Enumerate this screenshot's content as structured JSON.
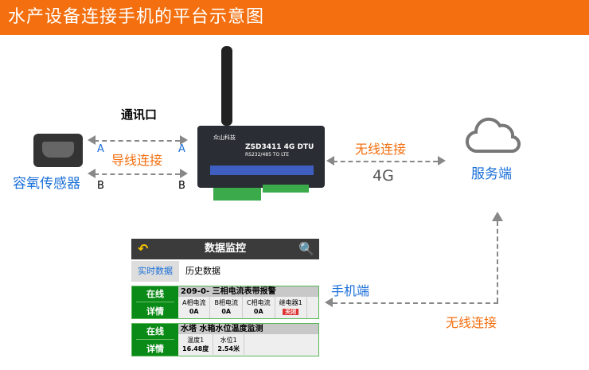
{
  "header": {
    "title": "水产设备连接手机的平台示意图"
  },
  "left": {
    "port_label": "通讯口",
    "sensor_label": "容氧传感器",
    "wire_label": "导线连接",
    "a": "A",
    "b": "B"
  },
  "device": {
    "model": "ZSD3411 4G DTU",
    "subtitle": "RS232/485 TO LTE",
    "brand": "众山科技"
  },
  "right": {
    "wireless_label": "无线连接",
    "network": "4G",
    "server_label": "服务端",
    "phone_label": "手机端",
    "wireless_label2": "无线连接"
  },
  "phone": {
    "title": "数据监控",
    "tabs": [
      "实时数据",
      "历史数据"
    ],
    "cards": [
      {
        "status": "在线",
        "detail": "详情",
        "title": "209-0- 三相电流表带报警",
        "cells": [
          {
            "label": "A相电流",
            "value": "0A"
          },
          {
            "label": "B相电流",
            "value": "0A"
          },
          {
            "label": "C相电流",
            "value": "0A"
          },
          {
            "label": "继电器1",
            "value": "关闭"
          }
        ]
      },
      {
        "status": "在线",
        "detail": "详情",
        "title": "水塔 水箱水位温度监测",
        "cells": [
          {
            "label": "温度1",
            "value": "16.48度"
          },
          {
            "label": "水位1",
            "value": "2.54米"
          }
        ]
      }
    ]
  }
}
